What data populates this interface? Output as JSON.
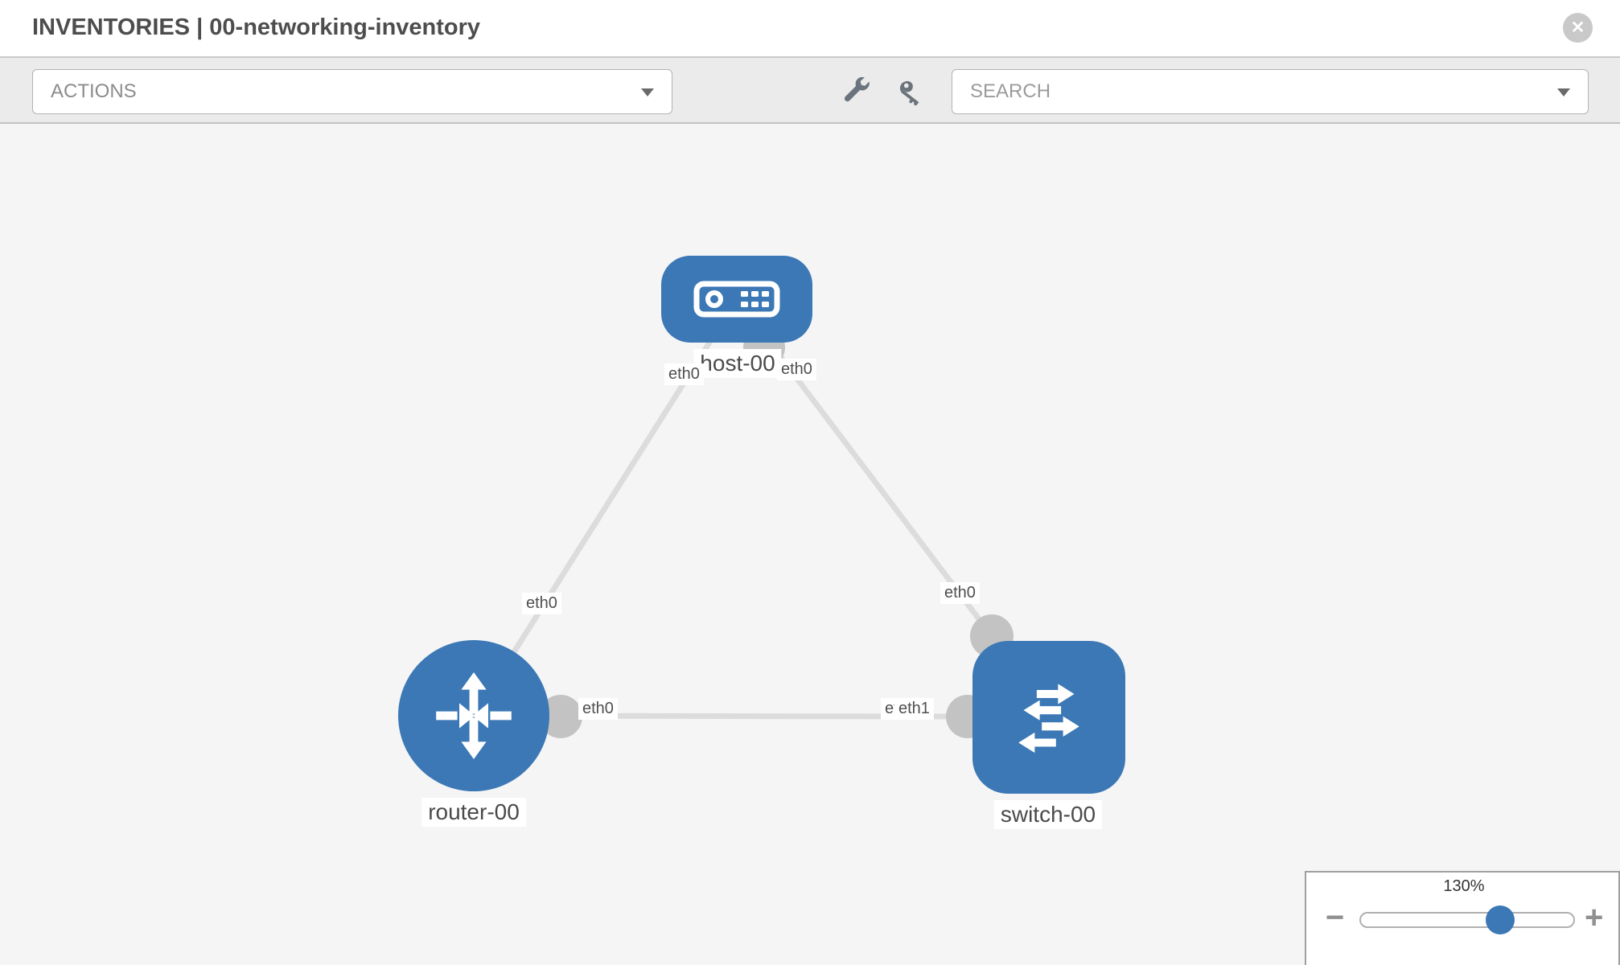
{
  "header": {
    "title": "INVENTORIES | 00-networking-inventory",
    "close_icon": "✕"
  },
  "toolbar": {
    "actions_label": "ACTIONS",
    "search_label": "SEARCH",
    "icons": [
      "wrench-icon",
      "key-icon"
    ]
  },
  "graph": {
    "nodes": [
      {
        "label": "host-00",
        "type": "host"
      },
      {
        "label": "router-00",
        "type": "router"
      },
      {
        "label": "switch-00",
        "type": "switch"
      }
    ],
    "links": [
      {
        "source": "host-00",
        "target": "router-00"
      },
      {
        "source": "host-00",
        "target": "switch-00"
      },
      {
        "source": "router-00",
        "target": "switch-00"
      }
    ],
    "interface_labels": {
      "host_left": "eth0",
      "host_right": "eth0",
      "router_link_mid": "eth0",
      "switch_link_mid": "eth0",
      "router_right": "eth0",
      "switch_left_back": "eth0",
      "switch_left_front": "eth1"
    }
  },
  "zoom_control": {
    "level": "130%",
    "minus_label": "−",
    "plus_label": "+"
  },
  "colors": {
    "node_blue": "#3b78b5",
    "link_gray": "#dcdcdc",
    "connector_gray": "#c3c3c3",
    "toolbar_bg": "#ebebeb",
    "canvas_bg": "#f5f5f6"
  }
}
